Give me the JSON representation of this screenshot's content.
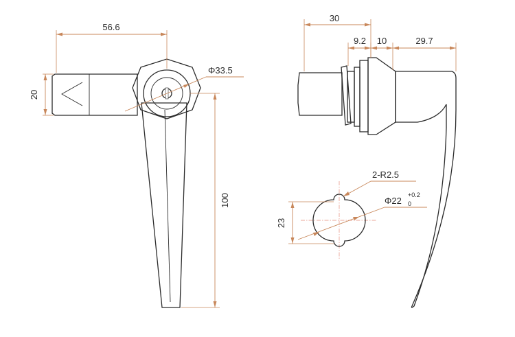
{
  "front_view": {
    "width_label": "56.6",
    "height_label": "20",
    "diameter_label": "Φ33.5",
    "length_label": "100"
  },
  "side_view": {
    "overall_label": "30",
    "seg1_label": "9.2",
    "seg2_label": "10",
    "seg3_label": "29.7"
  },
  "cutout": {
    "radius_label": "2-R2.5",
    "diameter_label": "Φ22",
    "tol_upper": "+0.2",
    "tol_lower": "0",
    "height_label": "23"
  },
  "colors": {
    "dimension": "#c8875a",
    "outline": "#2a2a2a",
    "center": "#e58a7a"
  }
}
